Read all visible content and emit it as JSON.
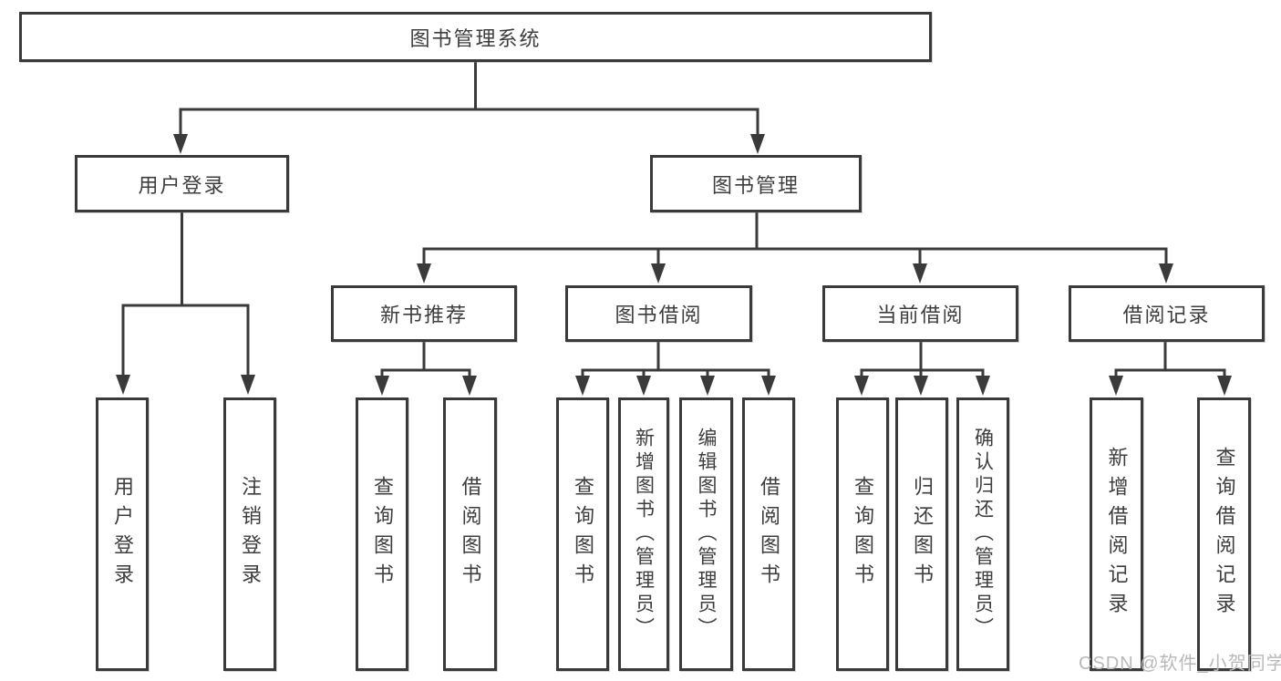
{
  "diagram": {
    "type": "hierarchy-tree",
    "title": "图书管理系统",
    "watermark": "CSDN @软件_小贺同学",
    "colors": {
      "line": "#3a3a3a",
      "box_border": "#3a3a3a",
      "box_fill": "#ffffff",
      "text": "#3d3d3d",
      "watermark": "#b9b9b9",
      "background": "#ffffff"
    },
    "tree": {
      "label": "图书管理系统",
      "children": [
        {
          "label": "用户登录",
          "children": [
            {
              "label": "用户登录"
            },
            {
              "label": "注销登录"
            }
          ]
        },
        {
          "label": "图书管理",
          "children": [
            {
              "label": "新书推荐",
              "children": [
                {
                  "label": "查询图书"
                },
                {
                  "label": "借阅图书"
                }
              ]
            },
            {
              "label": "图书借阅",
              "children": [
                {
                  "label": "查询图书"
                },
                {
                  "label": "新增图书（管理员）"
                },
                {
                  "label": "编辑图书（管理员）"
                },
                {
                  "label": "借阅图书"
                }
              ]
            },
            {
              "label": "当前借阅",
              "children": [
                {
                  "label": "查询图书"
                },
                {
                  "label": "归还图书"
                },
                {
                  "label": "确认归还（管理员）"
                }
              ]
            },
            {
              "label": "借阅记录",
              "children": [
                {
                  "label": "新增借阅记录"
                },
                {
                  "label": "查询借阅记录"
                }
              ]
            }
          ]
        }
      ]
    }
  }
}
